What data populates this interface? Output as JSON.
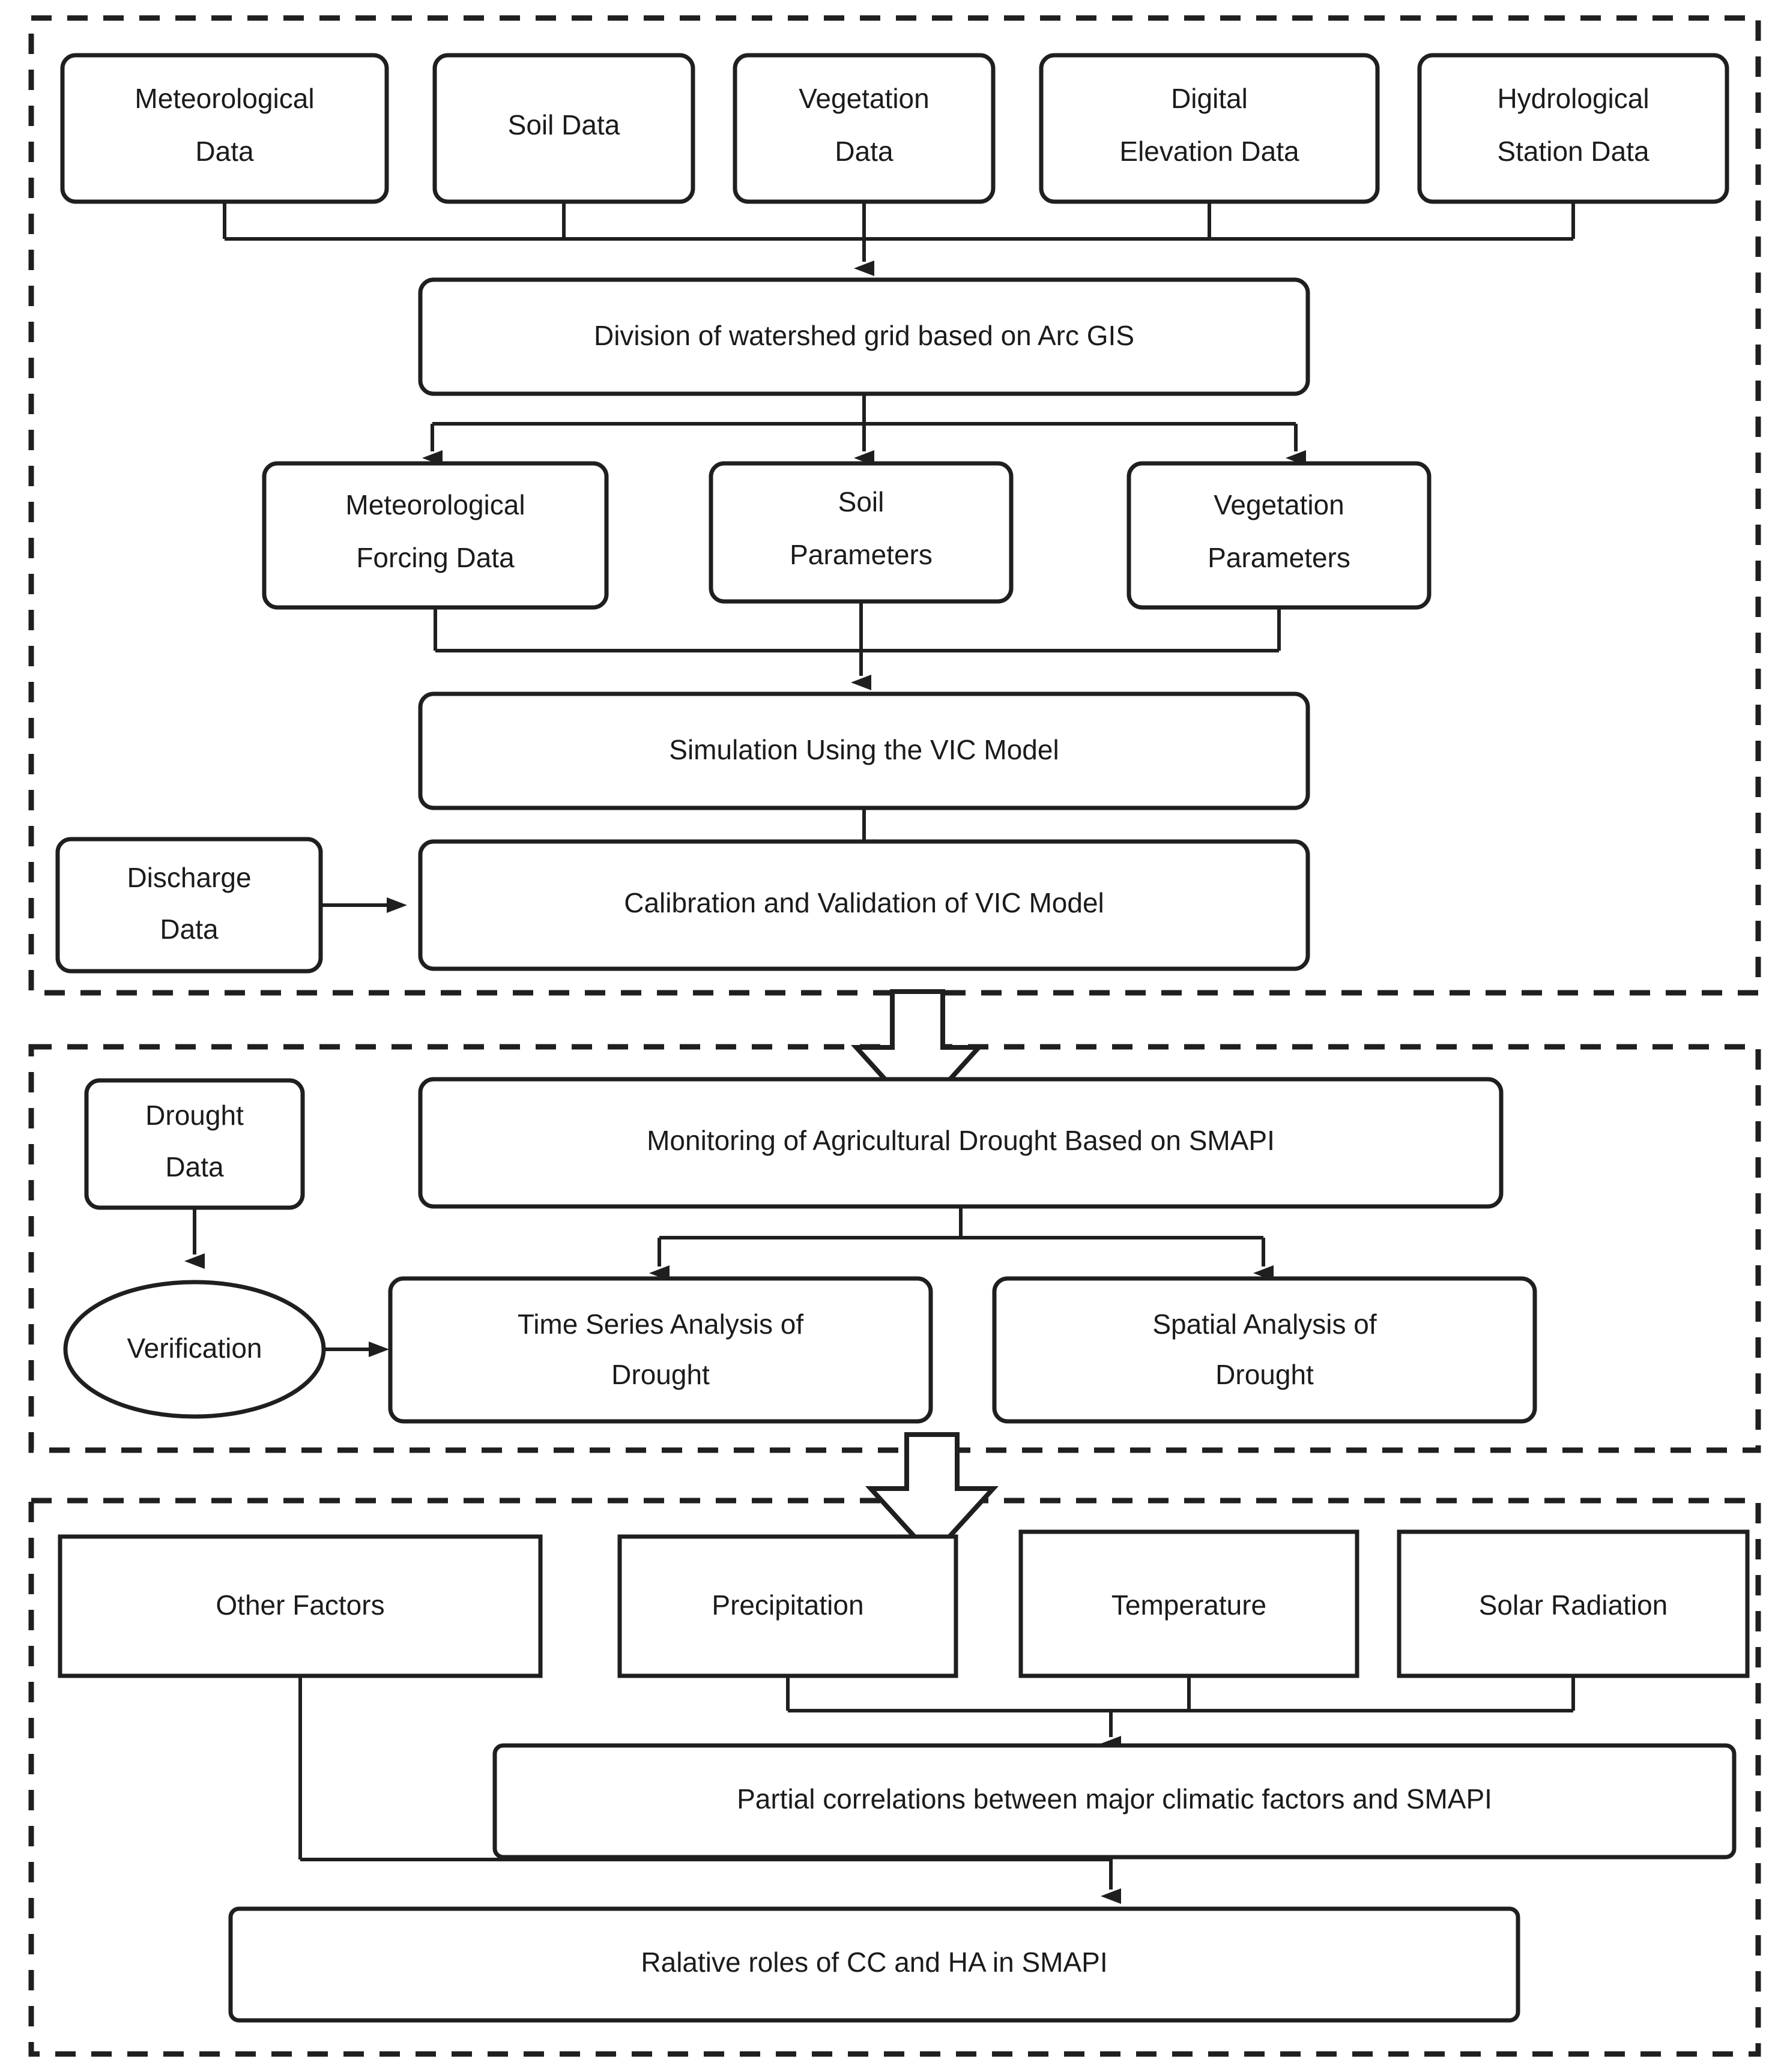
{
  "diagram": {
    "title": "Research methodology flowchart for VIC model based agricultural drought analysis",
    "colors": {
      "stroke": "#1f1f1f",
      "fill": "#ffffff",
      "text": "#1b1b1b",
      "background": "#ffffff"
    },
    "sections": [
      {
        "id": "section-1",
        "name": "model-construction-section"
      },
      {
        "id": "section-2",
        "name": "drought-monitoring-section"
      },
      {
        "id": "section-3",
        "name": "attribution-analysis-section"
      }
    ]
  },
  "section1": {
    "inputs": [
      {
        "label": "Meteorological\nData",
        "line1": "Meteorological",
        "line2": "Data"
      },
      {
        "label": "Soil Data",
        "line1": "Soil Data",
        "line2": ""
      },
      {
        "label": "Vegetation\nData",
        "line1": "Vegetation",
        "line2": "Data"
      },
      {
        "label": "Digital\nElevation Data",
        "line1": "Digital",
        "line2": "Elevation Data"
      },
      {
        "label": "Hydrological\nStation Data",
        "line1": "Hydrological",
        "line2": "Station Data"
      }
    ],
    "grid_division": "Division of watershed grid based on Arc GIS",
    "parameters": [
      {
        "line1": "Meteorological",
        "line2": "Forcing Data"
      },
      {
        "line1": "Soil",
        "line2": "Parameters"
      },
      {
        "line1": "Vegetation",
        "line2": "Parameters"
      }
    ],
    "simulation": "Simulation Using the VIC Model",
    "discharge": {
      "line1": "Discharge",
      "line2": "Data"
    },
    "calibration": "Calibration and Validation of VIC Model"
  },
  "section2": {
    "drought_data": {
      "line1": "Drought",
      "line2": "Data"
    },
    "monitoring": "Monitoring of Agricultural Drought Based on SMAPI",
    "verification": "Verification",
    "analyses": [
      {
        "line1": "Time Series Analysis of",
        "line2": "Drought"
      },
      {
        "line1": "Spatial Analysis of",
        "line2": "Drought"
      }
    ]
  },
  "section3": {
    "factors": [
      {
        "label": "Other Factors"
      },
      {
        "label": "Precipitation"
      },
      {
        "label": "Temperature"
      },
      {
        "label": "Solar Radiation"
      }
    ],
    "partial_correlations": "Partial correlations between major climatic factors and SMAPI",
    "relative_roles": "Ralative roles of CC and HA in SMAPI"
  },
  "icons": {
    "section_transition": "block-down-arrow-icon",
    "flow_arrow": "arrowhead-down-icon"
  }
}
